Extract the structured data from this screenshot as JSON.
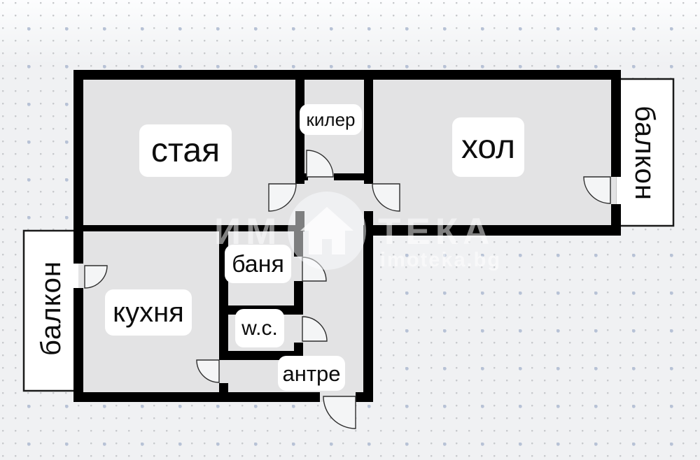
{
  "plan": {
    "title": "apartment-floor-plan",
    "rooms": {
      "staya": "стая",
      "kiler": "килер",
      "hol": "хол",
      "banya": "баня",
      "kuhnya": "кухня",
      "wc": "w.c.",
      "antre": "антре",
      "balkon_left": "балкон",
      "balkon_right": "балкон"
    }
  },
  "watermark": {
    "brand_prefix": "ИМ",
    "brand_suffix": "ТЕКА",
    "website": "imoteka.bg"
  },
  "colors": {
    "background": "#f0f1f3",
    "dot_small": "#c7c9cc",
    "dot_large": "#b7c2d6",
    "wall": "#000000",
    "floor": "#e3e3e4",
    "balcony_fill": "#ffffff",
    "door_swing_fill": "#f4f5f6",
    "door_line": "#2e2e2e",
    "label_background": "#ffffff",
    "label_text": "#0d0d0d",
    "watermark_white": "rgba(255,255,255,0.5)"
  }
}
